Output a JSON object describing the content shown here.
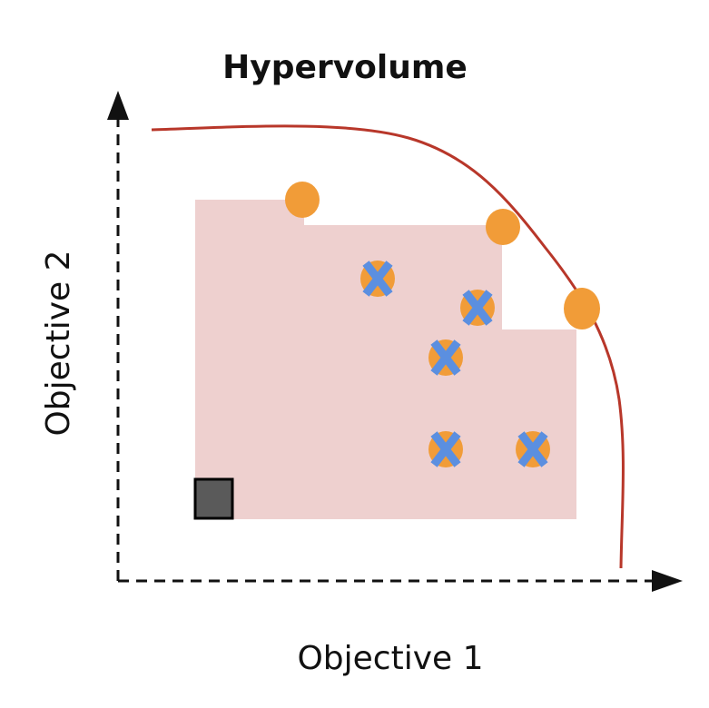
{
  "title": "Hypervolume",
  "x_axis_label": "Objective 1",
  "y_axis_label": "Objective 2",
  "colors": {
    "dominated_region": "#eed0cf",
    "pareto_front": "#b8372a",
    "solution": "#f19c38",
    "dominated_mark": "#5b8fe0",
    "reference_point": "#5a5a5a",
    "axis": "#111111"
  },
  "legend_items": {
    "pareto_front": "pareto-front-curve",
    "solution": "orange-dot",
    "dominated_mark": "blue-x",
    "reference_point": "gray-square"
  }
}
